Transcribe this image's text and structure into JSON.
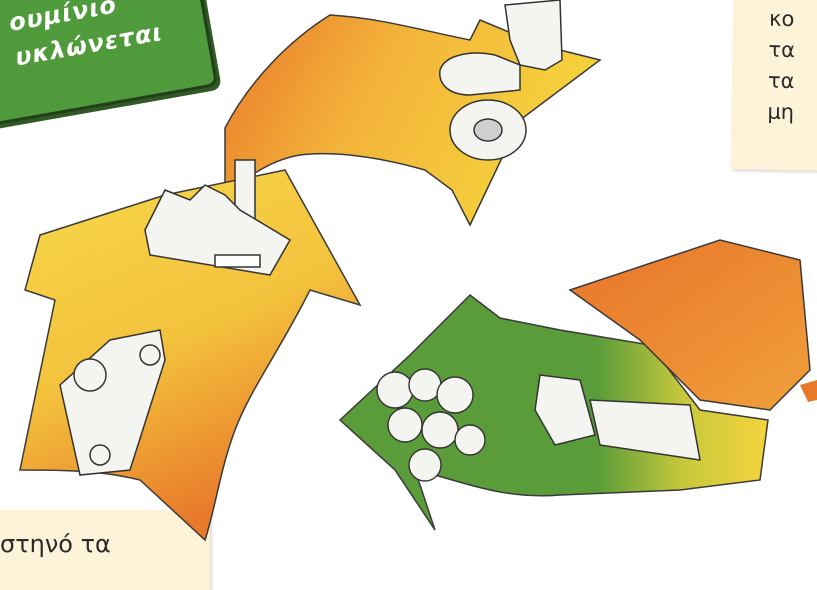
{
  "badge": {
    "line1": "ουμίνιο",
    "line2": "υκλώνεται"
  },
  "card_top": {
    "lines": [
      "κο",
      "τα",
      "τα",
      "μη"
    ]
  },
  "card_bottom": {
    "line": "στηνό τα"
  },
  "colors": {
    "yellow": "#f5d43c",
    "orange": "#e8782a",
    "green": "#5a9c3a",
    "badge_green": "#4f9a3a",
    "card": "#fdf3d8",
    "ink": "#2a2a2a"
  },
  "illustration": {
    "arrows": [
      "top-arrow",
      "left-arrow",
      "bottom-arrow"
    ],
    "scenes": [
      "factory",
      "truck",
      "cans-recycling-bin",
      "hand-with-can",
      "foot-crushing-can"
    ]
  }
}
